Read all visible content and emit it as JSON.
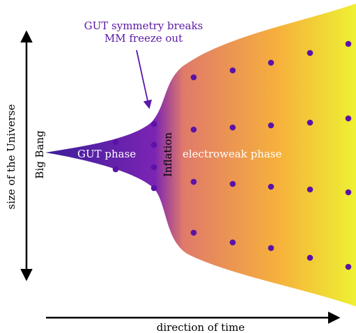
{
  "labels": {
    "y_axis": "size of the Universe",
    "x_axis": "direction of time",
    "big_bang": "Big Bang",
    "gut_phase": "GUT phase",
    "inflation": "Inflation",
    "electroweak_phase": "electroweak phase",
    "annotation_line1": "GUT symmetry breaks",
    "annotation_line2": "MM freeze out"
  },
  "colors": {
    "gradient_start": "#3a1e9a",
    "gradient_mid1": "#7b24b3",
    "gradient_mid2": "#e07a6a",
    "gradient_mid3": "#f6b03c",
    "gradient_end": "#eef133",
    "dot": "#5a13a6",
    "annotation": "#5a17a8",
    "axis": "#000000",
    "inner_text": "#ffffff"
  },
  "dots": {
    "gut_phase_columns": 2,
    "electroweak_columns": 5,
    "rows": 4
  }
}
